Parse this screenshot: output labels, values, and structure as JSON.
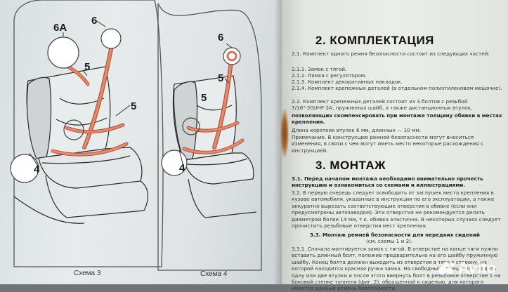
{
  "diagrams": {
    "left_labels": {
      "l6a": "6А",
      "l6": "6",
      "l5a": "5",
      "l5b": "5",
      "l4": "4"
    },
    "right_labels": {
      "r6": "6",
      "r5": "5",
      "r5b": "5",
      "r4": "4"
    },
    "caption_left": "Схема 3",
    "caption_right": "Схема 4"
  },
  "section2": {
    "title": "2. КОМПЛЕКТАЦИЯ",
    "p1": "2.1. Комплект одного ремня безопасности состоит из следующих частей:",
    "i1": "2.1.1. Замок с тягой.",
    "i2": "2.1.2. Лямка с регулятором.",
    "i3": "2.1.3. Комплект декоративных накладок.",
    "i4": "2.1.4. Комплект крепежных деталей (в отдельном полиэтиленовом мешочке).",
    "p2": "2.2. Комплект крепежных деталей состоит из 3 болтов с резьбой 7/16\"-20UНF-2А, пружинных шайб, а также дистанционных втулок,",
    "p2b": "позволяющих скомпенсировать при монтаже толщину обивки в местах крепления.",
    "p3": "Длина коротких втулок 6 мм, длинных — 10 мм.",
    "p4": "Примечание. В конструкцию ремней безопасности могут вноситься изменения, в связи с чем могут иметь место некоторые расхождения с инструкцией."
  },
  "section3": {
    "title": "3. МОНТАЖ",
    "p1": "3.1. Перед началом монтажа необходимо внимательно прочесть инструкцию и ознакомиться со схемами и иллюстрациями.",
    "p2": "3.2. В первую очередь следует освободить от заглушек места крепления в кузове автомобиля, указанные в инструкции по его эксплуатации, а также аккуратно вырезать соответствующие отверстия в обивке (если они предусмотрены автозаводом). Эти отверстия не рекомендуется делать диаметром более 14 мм, т.к. обивка эластична. В некоторых случаях следует прочистить резьбовые отверстия мест крепления.",
    "p3": "3.3. Монтаж ремней безопасности для передних сидений",
    "p3b": "(см. схемы 1 и 2).",
    "p4": "3.3.1. Сначала монтируется замок с тягой. В отверстие на конце тяги нужно вставить длинный болт, положив предварительно на его шайбу пружинную шайбу. Конец болта должен выходить из отверстия в тяге в сторону, на которой находится красная ручка замка. На свободный конец болта надеть одну или две втулки и после этого ввернуть болт в резьбовое отверстие 1 на боковой стенке туннеля (фиг. 2), обращенной к сиденью, для которого имеется данный ремень безопасности."
  },
  "watermark": "Avito",
  "colors": {
    "belt": "#d9745a",
    "belt_dark": "#b8543c",
    "ink": "#222222"
  }
}
